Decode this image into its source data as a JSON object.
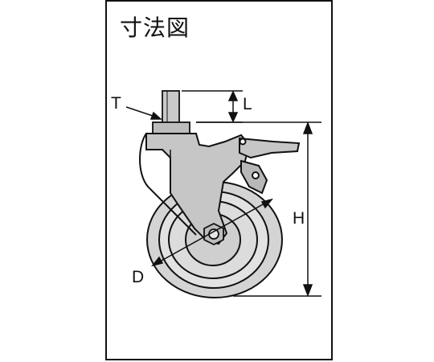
{
  "title": "寸法図",
  "dimensions": {
    "thread": "T",
    "thread_length": "L",
    "wheel_diameter": "D",
    "overall_height": "H"
  }
}
